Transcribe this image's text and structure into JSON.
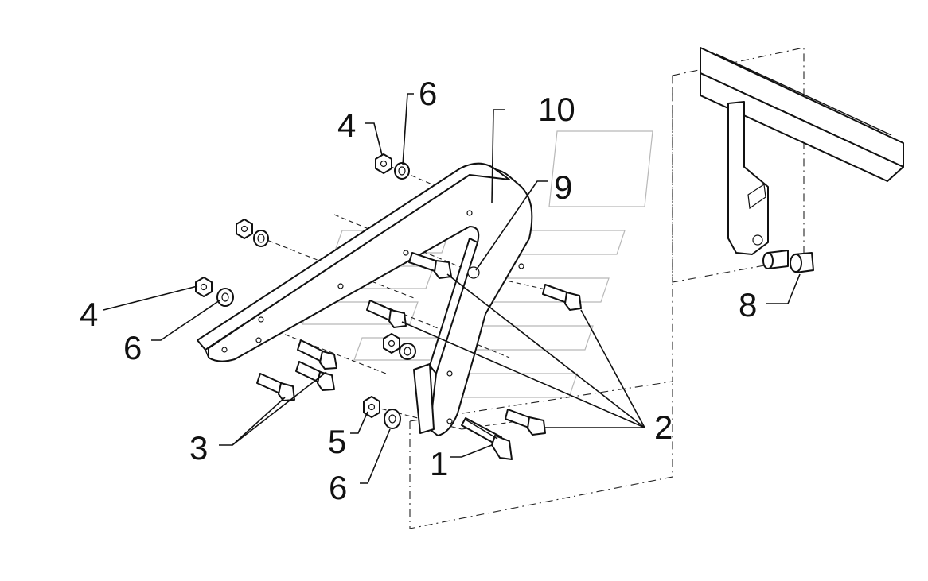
{
  "callouts": [
    {
      "id": "c1",
      "text": "1"
    },
    {
      "id": "c2",
      "text": "2"
    },
    {
      "id": "c3",
      "text": "3"
    },
    {
      "id": "c4a",
      "text": "4"
    },
    {
      "id": "c4b",
      "text": "4"
    },
    {
      "id": "c5",
      "text": "5"
    },
    {
      "id": "c6a",
      "text": "6"
    },
    {
      "id": "c6b",
      "text": "6"
    },
    {
      "id": "c6c",
      "text": "6"
    },
    {
      "id": "c8",
      "text": "8"
    },
    {
      "id": "c9",
      "text": "9"
    },
    {
      "id": "c10",
      "text": "10"
    }
  ],
  "colors": {
    "line": "#111111",
    "watermark": "#b8b8b8",
    "background": "#ffffff"
  }
}
